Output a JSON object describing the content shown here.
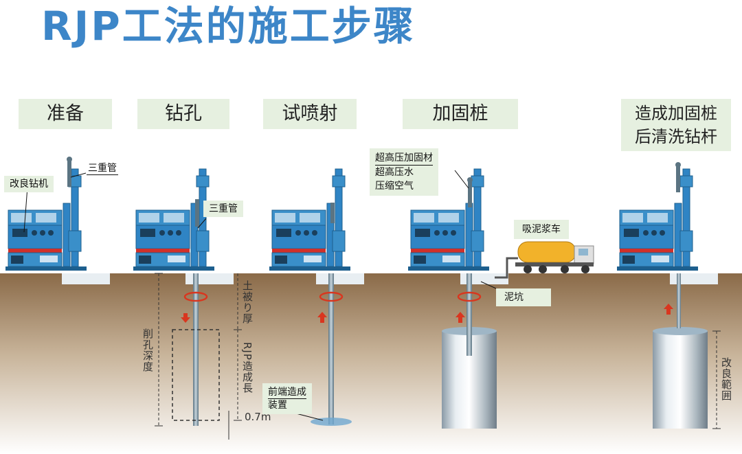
{
  "title": "RJP工法的施工步骤",
  "steps": [
    {
      "label": "准备"
    },
    {
      "label": "钻孔"
    },
    {
      "label": "试喷射"
    },
    {
      "label": "加固桩"
    },
    {
      "label": "造成加固桩\n后清洗钻杆"
    }
  ],
  "callouts": {
    "drill_rig": "改良钻机",
    "triple_pipe_1": "三重管",
    "triple_pipe_2": "三重管",
    "materials_line1": "超高压加固材",
    "materials_line2": "超高压水",
    "materials_line3": "压缩空气",
    "mud_truck": "吸泥浆车",
    "mud_pit": "泥坑",
    "nozzle_line1": "前端造成",
    "nozzle_line2": "装置"
  },
  "dimensions": {
    "soil_cover": "土被り厚",
    "drill_depth": "削孔深度",
    "rjp_length": "RJP造成長",
    "offset": "0.7m",
    "improved_range": "改良範囲"
  },
  "colors": {
    "title": "#3d86c8",
    "label_bg": "#e6f0e0",
    "soil_top": "#8a6a48",
    "machine_blue": "#3a8fc9",
    "tanker_yellow": "#f2b22a"
  }
}
